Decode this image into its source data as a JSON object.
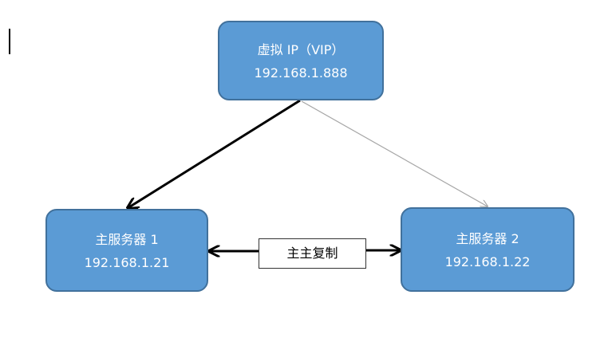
{
  "diagram": {
    "nodes": {
      "vip": {
        "title": "虚拟 IP（VIP）",
        "address": "192.168.1.888"
      },
      "server1": {
        "title": "主服务器 1",
        "address": "192.168.1.21"
      },
      "server2": {
        "title": "主服务器 2",
        "address": "192.168.1.22"
      }
    },
    "edges": {
      "replication": {
        "label": "主主复制"
      }
    },
    "colors": {
      "node_fill": "#5b9bd5",
      "node_border": "#41719c",
      "node_text": "#ffffff",
      "active_link": "#000000",
      "standby_link": "#a6a6a6"
    }
  }
}
